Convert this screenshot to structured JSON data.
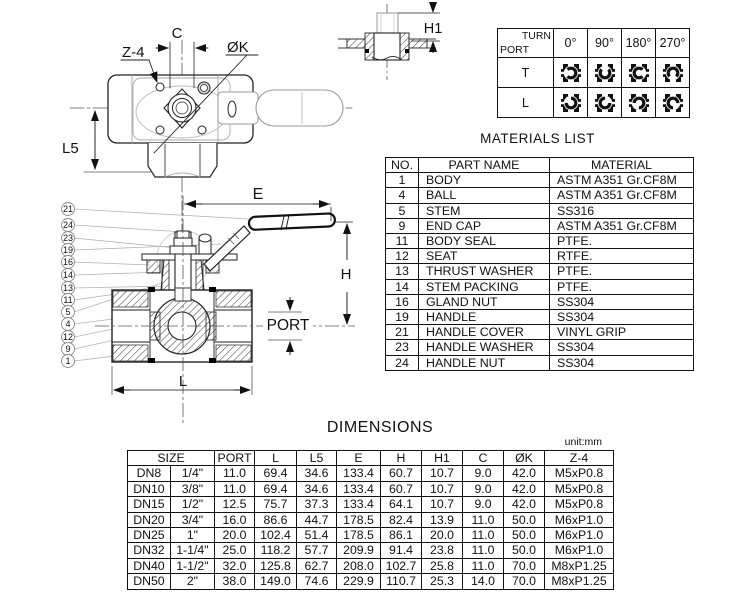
{
  "turn_table": {
    "corner_top": "TURN",
    "corner_bottom": "PORT",
    "angles": [
      "0°",
      "90°",
      "180°",
      "270°"
    ],
    "row_labels": [
      "T",
      "L"
    ]
  },
  "materials": {
    "title": "MATERIALS LIST",
    "headers": [
      "NO.",
      "PART NAME",
      "MATERIAL"
    ],
    "rows": [
      [
        "1",
        "BODY",
        "ASTM A351 Gr.CF8M"
      ],
      [
        "4",
        "BALL",
        "ASTM A351 Gr.CF8M"
      ],
      [
        "5",
        "STEM",
        "SS316"
      ],
      [
        "9",
        "END CAP",
        "ASTM A351 Gr.CF8M"
      ],
      [
        "11",
        "BODY SEAL",
        "PTFE."
      ],
      [
        "12",
        "SEAT",
        "RTFE."
      ],
      [
        "13",
        "THRUST WASHER",
        "PTFE."
      ],
      [
        "14",
        "STEM PACKING",
        "PTFE."
      ],
      [
        "16",
        "GLAND NUT",
        "SS304"
      ],
      [
        "19",
        "HANDLE",
        "SS304"
      ],
      [
        "21",
        "HANDLE COVER",
        "VINYL GRIP"
      ],
      [
        "23",
        "HANDLE WASHER",
        "SS304"
      ],
      [
        "24",
        "HANDLE NUT",
        "SS304"
      ]
    ]
  },
  "dimensions": {
    "title": "DIMENSIONS",
    "unit": "unit:mm",
    "header_size": "SIZE",
    "header_cols": [
      "PORT",
      "L",
      "L5",
      "E",
      "H",
      "H1",
      "C",
      "ØK",
      "Z-4"
    ],
    "rows": [
      [
        "DN8",
        "1/4\"",
        "11.0",
        "69.4",
        "34.6",
        "133.4",
        "60.7",
        "10.7",
        "9.0",
        "42.0",
        "M5xP0.8"
      ],
      [
        "DN10",
        "3/8\"",
        "11.0",
        "69.4",
        "34.6",
        "133.4",
        "60.7",
        "10.7",
        "9.0",
        "42.0",
        "M5xP0.8"
      ],
      [
        "DN15",
        "1/2\"",
        "12.5",
        "75.7",
        "37.3",
        "133.4",
        "64.1",
        "10.7",
        "9.0",
        "42.0",
        "M5xP0.8"
      ],
      [
        "DN20",
        "3/4\"",
        "16.0",
        "86.6",
        "44.7",
        "178.5",
        "82.4",
        "13.9",
        "11.0",
        "50.0",
        "M6xP1.0"
      ],
      [
        "DN25",
        "1\"",
        "20.0",
        "102.4",
        "51.4",
        "178.5",
        "86.1",
        "20.0",
        "11.0",
        "50.0",
        "M6xP1.0"
      ],
      [
        "DN32",
        "1-1/4\"",
        "25.0",
        "118.2",
        "57.7",
        "209.9",
        "91.4",
        "23.8",
        "11.0",
        "50.0",
        "M6xP1.0"
      ],
      [
        "DN40",
        "1-1/2\"",
        "32.0",
        "125.8",
        "62.7",
        "208.0",
        "102.7",
        "25.8",
        "11.0",
        "70.0",
        "M8xP1.25"
      ],
      [
        "DN50",
        "2\"",
        "38.0",
        "149.0",
        "74.6",
        "229.9",
        "110.7",
        "25.3",
        "14.0",
        "70.0",
        "M8xP1.25"
      ]
    ]
  },
  "drawings": {
    "top_view": {
      "c": "C",
      "dia_k": "ØK",
      "z4": "Z-4",
      "l5": "L5"
    },
    "section_view": {
      "h1": "H1"
    },
    "cross_section": {
      "e": "E",
      "h": "H",
      "port": "PORT",
      "l": "L",
      "balloons": [
        "21",
        "24",
        "23",
        "19",
        "16",
        "14",
        "13",
        "11",
        "5",
        "4",
        "12",
        "9",
        "1"
      ]
    }
  }
}
